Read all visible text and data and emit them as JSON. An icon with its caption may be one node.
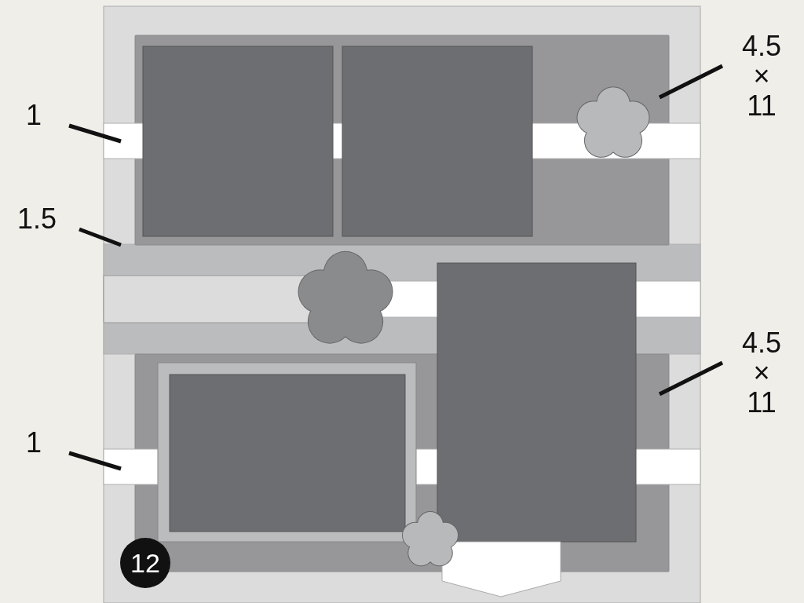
{
  "diagram": {
    "nodes": [
      {
        "text": [
          "1"
        ]
      },
      {
        "text": [],
        "shape": "bar"
      },
      {
        "text": [
          "1.5"
        ]
      },
      {
        "text": [],
        "shape": "bar"
      },
      {
        "text": [
          "4.5 × 11"
        ]
      },
      {
        "text": [],
        "shape": "box"
      },
      {
        "text": [
          "4.5 × 11"
        ]
      },
      {
        "text": [],
        "shape": "box"
      },
      {
        "text": [
          "1"
        ]
      },
      {
        "text": [],
        "shape": "bar"
      },
      {
        "text": [
          "12"
        ]
      }
    ],
    "edges": [
      {
        "from": 0,
        "to": 1,
        "arrow": "none"
      },
      {
        "from": 2,
        "to": 3,
        "arrow": "none"
      },
      {
        "from": 4,
        "to": 5,
        "arrow": "none"
      },
      {
        "from": 6,
        "to": 7,
        "arrow": "none"
      },
      {
        "from": 8,
        "to": 9,
        "arrow": "none"
      }
    ]
  }
}
